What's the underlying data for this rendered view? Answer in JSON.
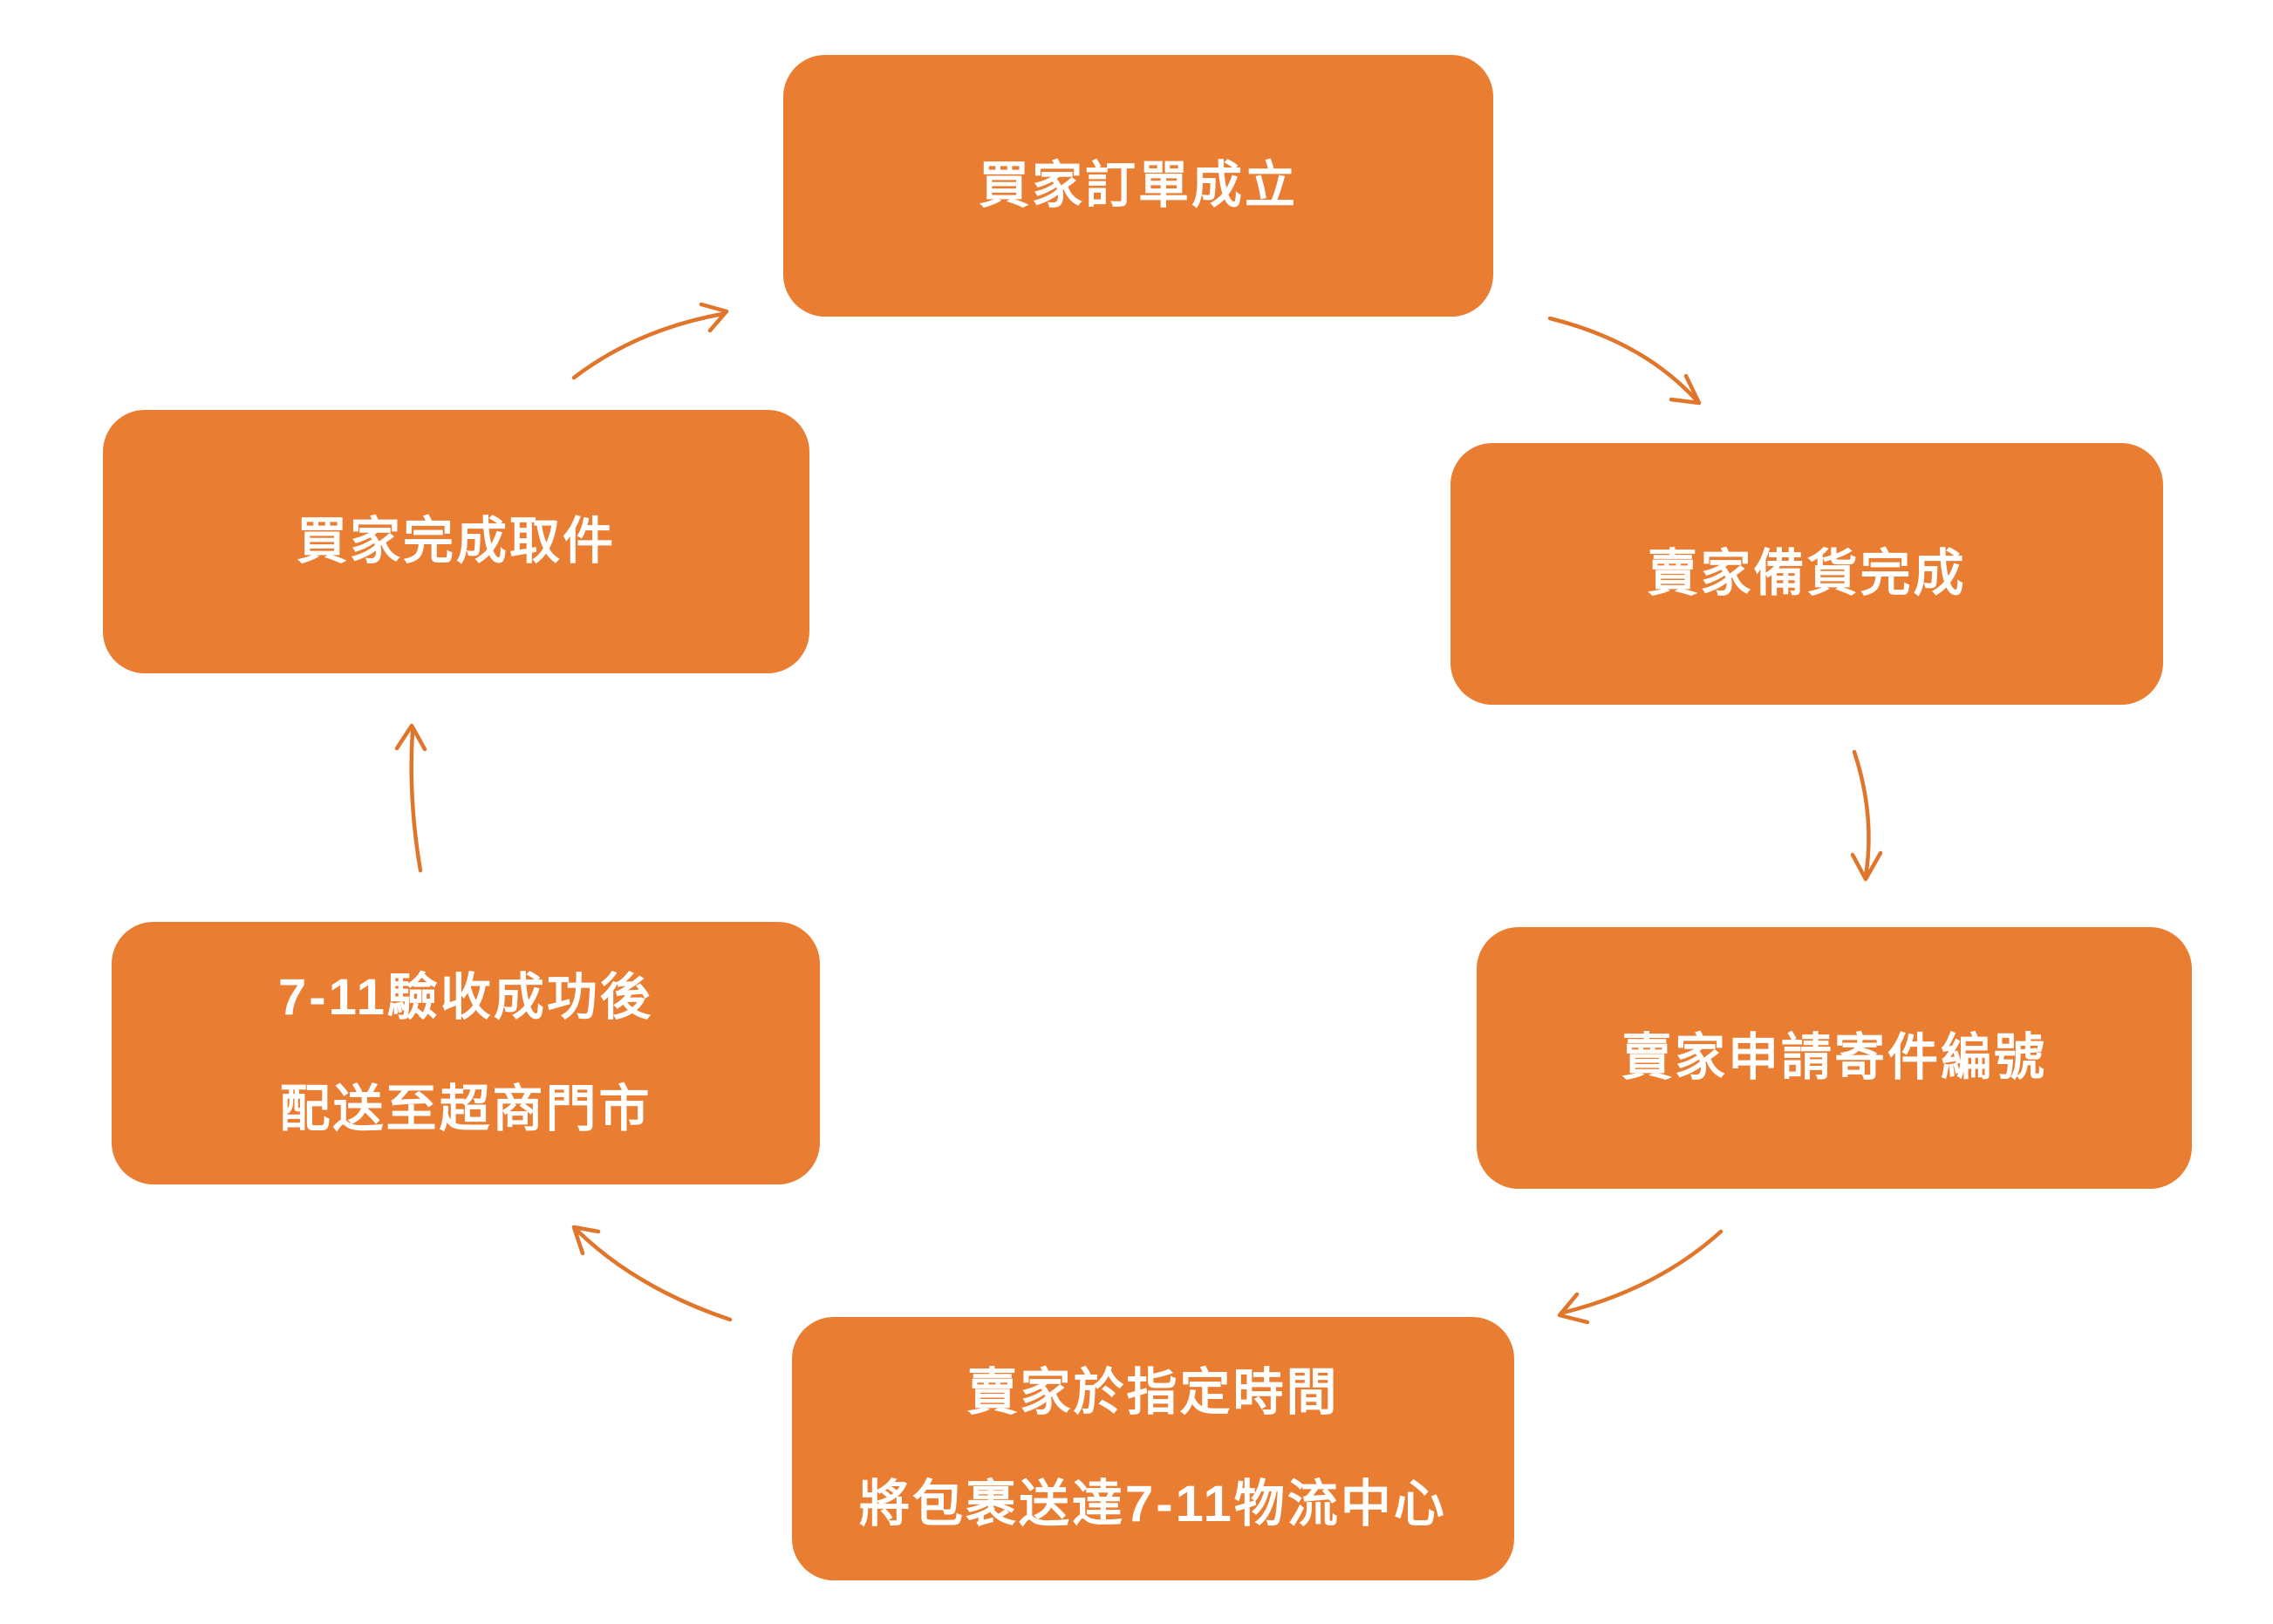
{
  "diagram": {
    "type": "cycle-flowchart",
    "colors": {
      "background": "#FFFFFF",
      "node_fill": "#E97D31",
      "node_text": "#FFFFFF",
      "arrow": "#E0752C"
    },
    "nodes": {
      "buyer_order_created": {
        "lines": [
          "買家訂單成立"
        ]
      },
      "seller_stock_ready": {
        "lines": [
          "賣家備貨完成"
        ]
      },
      "seller_shipping_number": {
        "lines": [
          "賣家申請寄件編號"
        ]
      },
      "seller_deliver_logistics": {
        "lines": [
          "賣家於指定時間",
          "將包裹送達7-11物流中心"
        ]
      },
      "store_delivery": {
        "lines": [
          "7-11驗收成功後",
          "配送至超商門市"
        ]
      },
      "buyer_pickup": {
        "lines": [
          "買家完成取件"
        ]
      }
    },
    "edges": [
      {
        "from": "buyer_order_created",
        "to": "seller_stock_ready"
      },
      {
        "from": "seller_stock_ready",
        "to": "seller_shipping_number"
      },
      {
        "from": "seller_shipping_number",
        "to": "seller_deliver_logistics"
      },
      {
        "from": "seller_deliver_logistics",
        "to": "store_delivery"
      },
      {
        "from": "store_delivery",
        "to": "buyer_pickup"
      },
      {
        "from": "buyer_pickup",
        "to": "buyer_order_created"
      }
    ]
  }
}
